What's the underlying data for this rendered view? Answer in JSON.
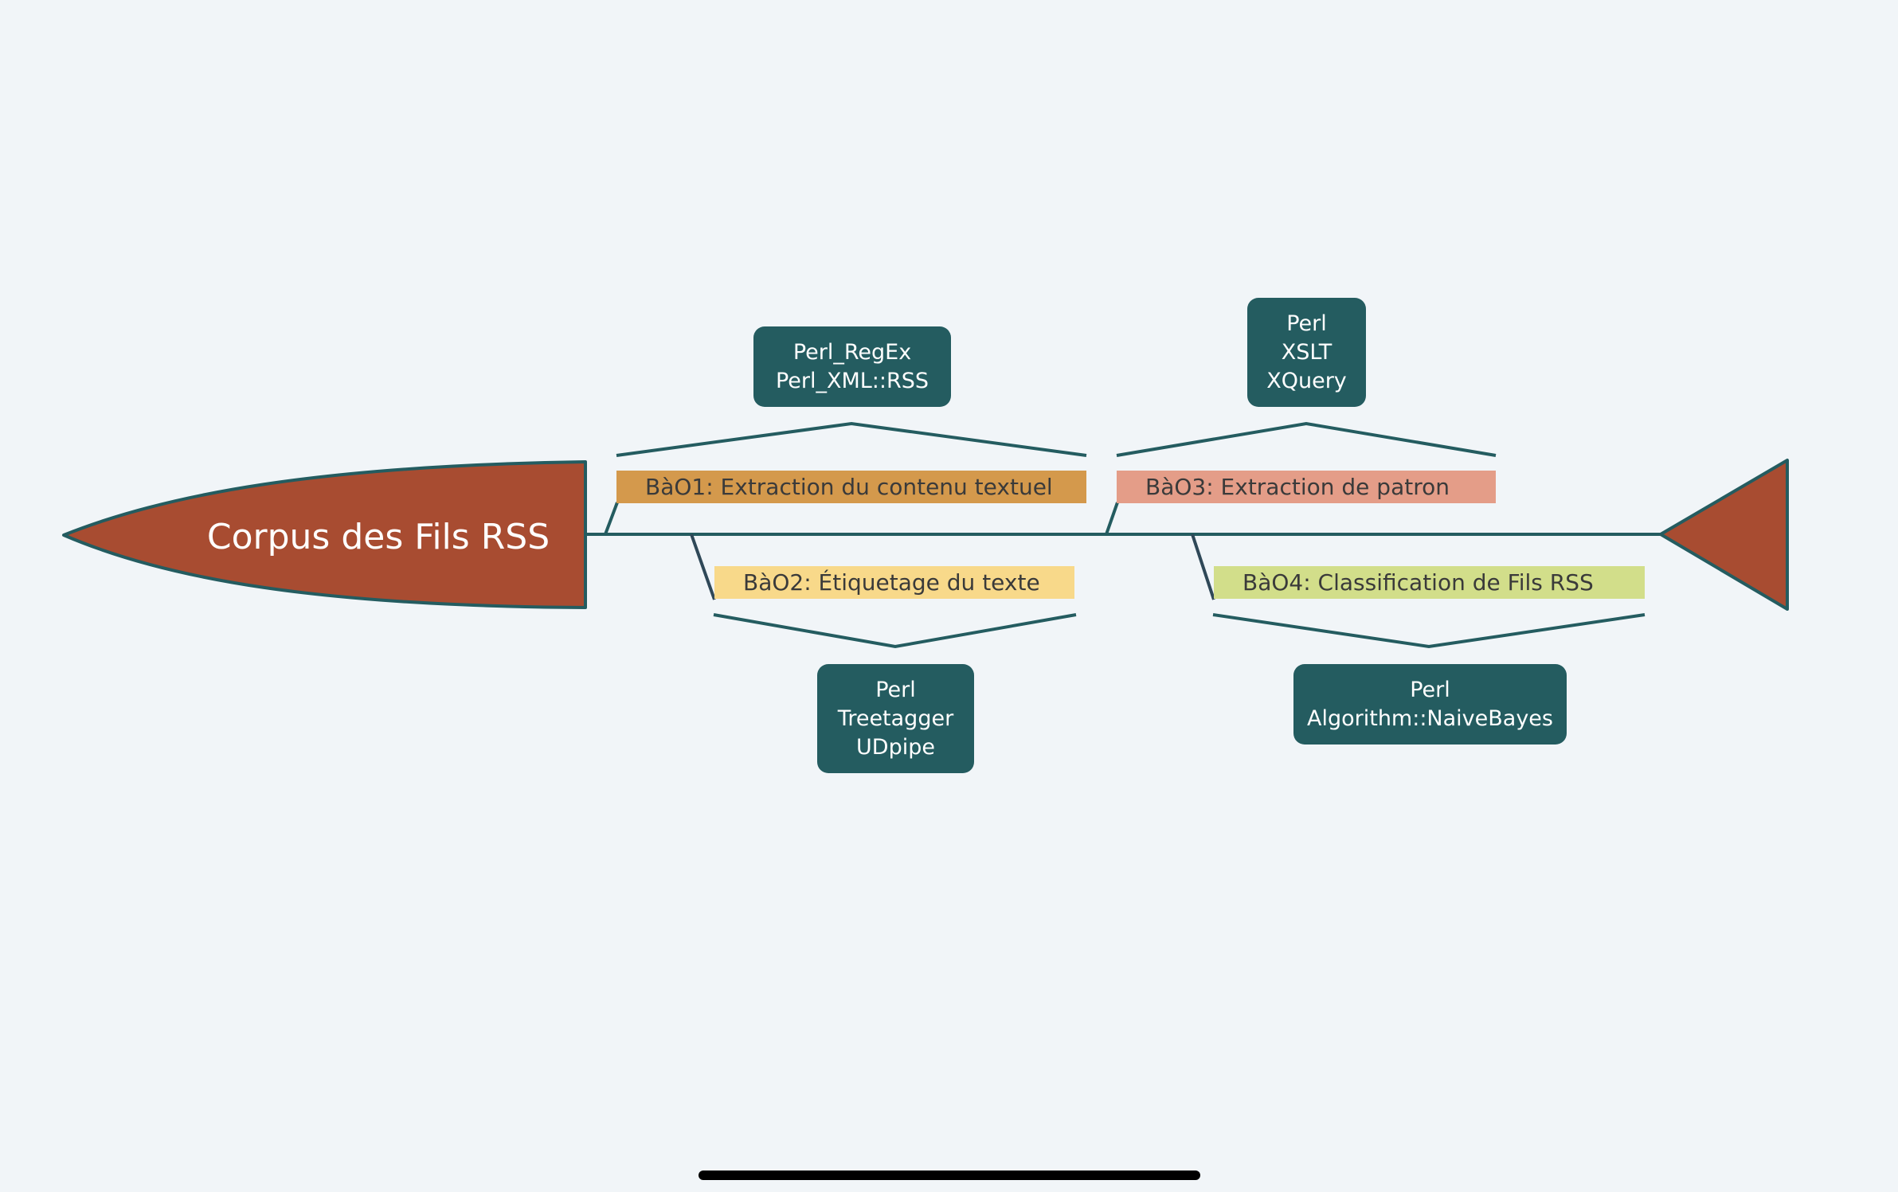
{
  "diagram": {
    "head_label": "Corpus des Fils RSS",
    "categories": [
      {
        "label": "BàO1: Extraction du contenu textuel",
        "color": "#d4994c",
        "notes": [
          "Perl_RegEx",
          "Perl_XML::RSS"
        ]
      },
      {
        "label": "BàO2: Étiquetage du texte",
        "color": "#f8d98a",
        "notes": [
          "Perl",
          "Treetagger",
          "UDpipe"
        ]
      },
      {
        "label": "BàO3: Extraction de patron",
        "color": "#e49d88",
        "notes": [
          "Perl",
          "XSLT",
          "XQuery"
        ]
      },
      {
        "label": "BàO4: Classification de Fils RSS",
        "color": "#d2de8a",
        "notes": [
          "Perl",
          "Algorithm::NaiveBayes"
        ]
      }
    ],
    "colors": {
      "head_fill": "#a84c31",
      "outline": "#245c60",
      "note_fill": "#245c60",
      "spine": "#245c60",
      "background": "#f1f5f8"
    }
  }
}
